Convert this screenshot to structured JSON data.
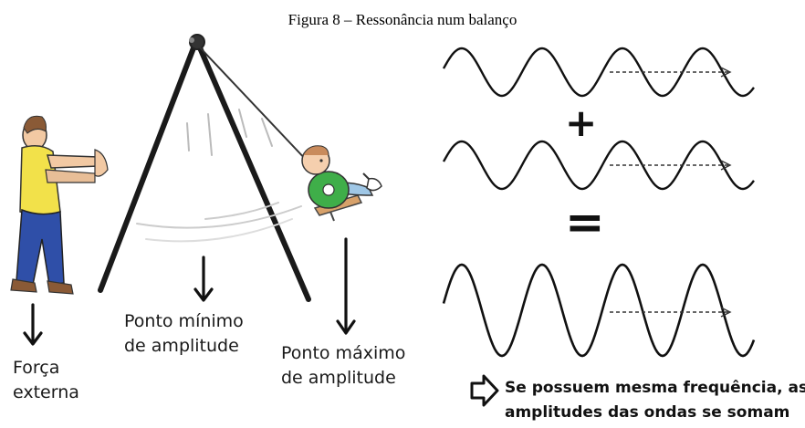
{
  "figure": {
    "title": "Figura 8 – Ressonância num balanço"
  },
  "labels": {
    "force": [
      "Força",
      "externa"
    ],
    "min_point": [
      "Ponto mínimo",
      "de amplitude"
    ],
    "max_point": [
      "Ponto máximo",
      "de amplitude"
    ]
  },
  "waves": {
    "plus_sign": "+",
    "equals_sign": "="
  },
  "note": {
    "icon": "arrow-right-icon",
    "lines": [
      "Se possuem mesma frequência, as",
      "amplitudes das ondas se somam"
    ]
  },
  "colors": {
    "shirt": "#f2e14a",
    "pants": "#2f4fa8",
    "seat": "#3fae49",
    "frame": "#1a1a1a"
  }
}
